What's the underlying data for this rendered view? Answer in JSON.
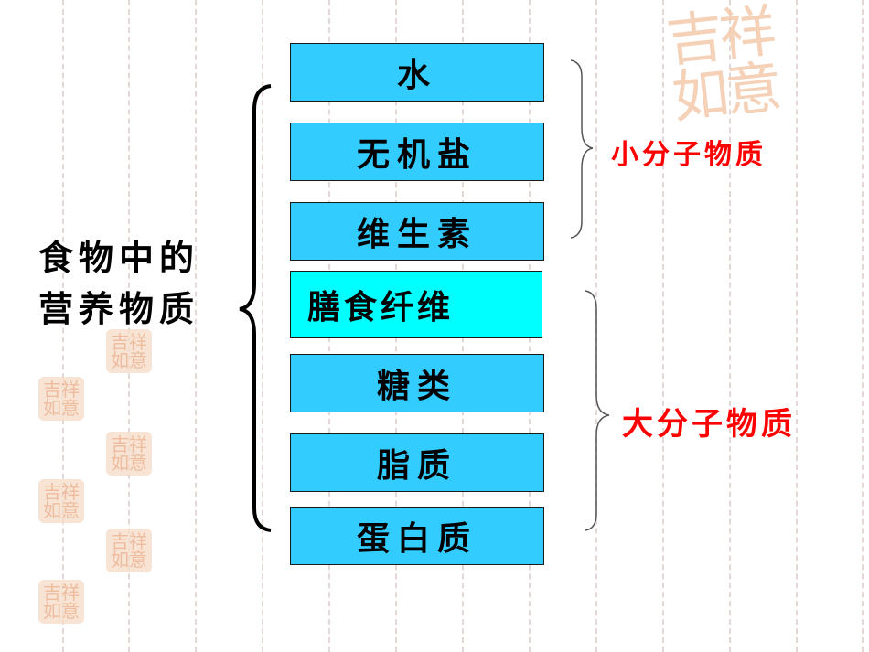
{
  "watermark": {
    "seal_text": "吉祥如意"
  },
  "diagram": {
    "root_label_line1": "食物中的",
    "root_label_line2": "营养物质",
    "items": [
      {
        "label": "水"
      },
      {
        "label": "无机盐"
      },
      {
        "label": "维生素"
      },
      {
        "label": "膳食纤维"
      },
      {
        "label": "糖类"
      },
      {
        "label": "脂质"
      },
      {
        "label": "蛋白质"
      }
    ],
    "groups": [
      {
        "label": "小分子物质"
      },
      {
        "label": "大分子物质"
      }
    ]
  },
  "colors": {
    "box_fill": "#33ccff",
    "box_highlight_fill": "#00ffff",
    "group_label": "#ff0000",
    "gridline": "#e3d8d6"
  }
}
